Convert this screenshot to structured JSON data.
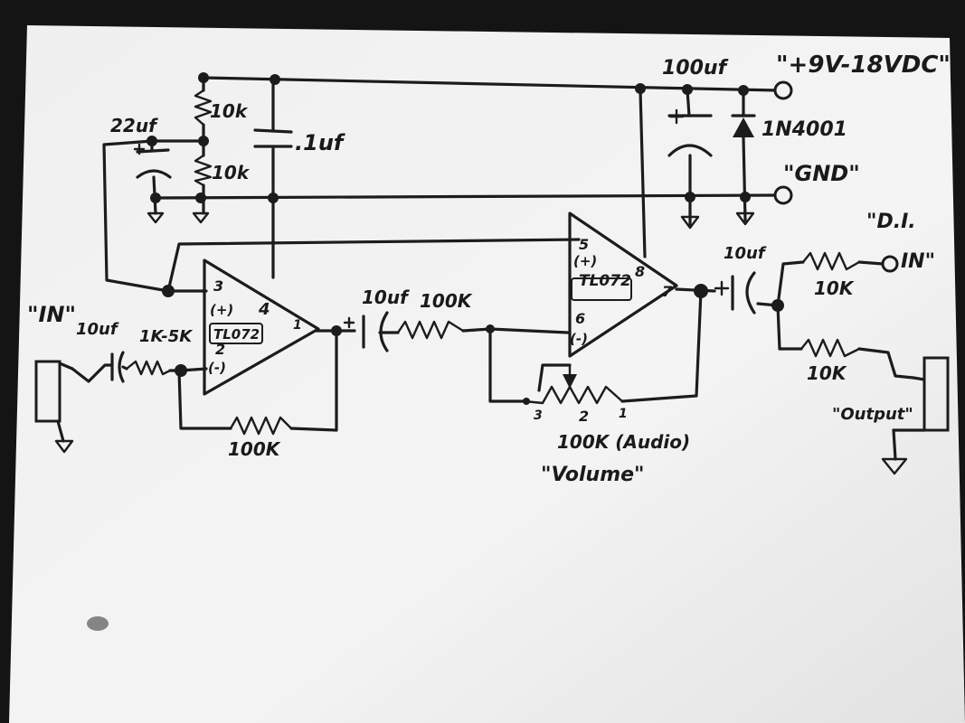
{
  "power": {
    "vin_label": "\"+9V-18VDC\"",
    "gnd_label": "\"GND\"",
    "bulk_cap_value": "100uf",
    "diode_part": "1N4001"
  },
  "bias": {
    "res_top_value": "10k",
    "res_bottom_value": "10k",
    "cap_value": "22uf",
    "decoupling_cap_value": ".1uf"
  },
  "input_stage": {
    "jack_label": "\"IN\"",
    "coupling_cap_value": "10uf",
    "input_res_value": "1K-5K",
    "feedback_res_value": "100K",
    "opamp_part": "TL072",
    "pin_noninv": "3",
    "pin_noninv_sign": "(+)",
    "pin_inv": "2",
    "pin_inv_sign": "(-)",
    "pin_gnd": "4",
    "pin_out": "1"
  },
  "output_stage": {
    "coupling_cap_value": "10uf",
    "input_res_value": "100K",
    "opamp_part": "TL072",
    "pin_noninv": "5",
    "pin_noninv_sign": "(+)",
    "pin_inv": "6",
    "pin_inv_sign": "(-)",
    "pin_vcc": "8",
    "pin_out": "7",
    "pot_pin_3": "3",
    "pot_pin_2": "2",
    "pot_pin_1": "1",
    "pot_value": "100K (Audio)",
    "pot_name": "\"Volume\""
  },
  "di": {
    "in_label_line1": "\"D.I.",
    "in_label_line2": "IN\"",
    "out_cap_value": "10uf",
    "res_top_value": "10K",
    "res_bottom_value": "10K",
    "output_label": "\"Output\""
  },
  "colors": {
    "paper": "#f2f2f2",
    "ink": "#1c1c1c",
    "background": "#141414"
  }
}
